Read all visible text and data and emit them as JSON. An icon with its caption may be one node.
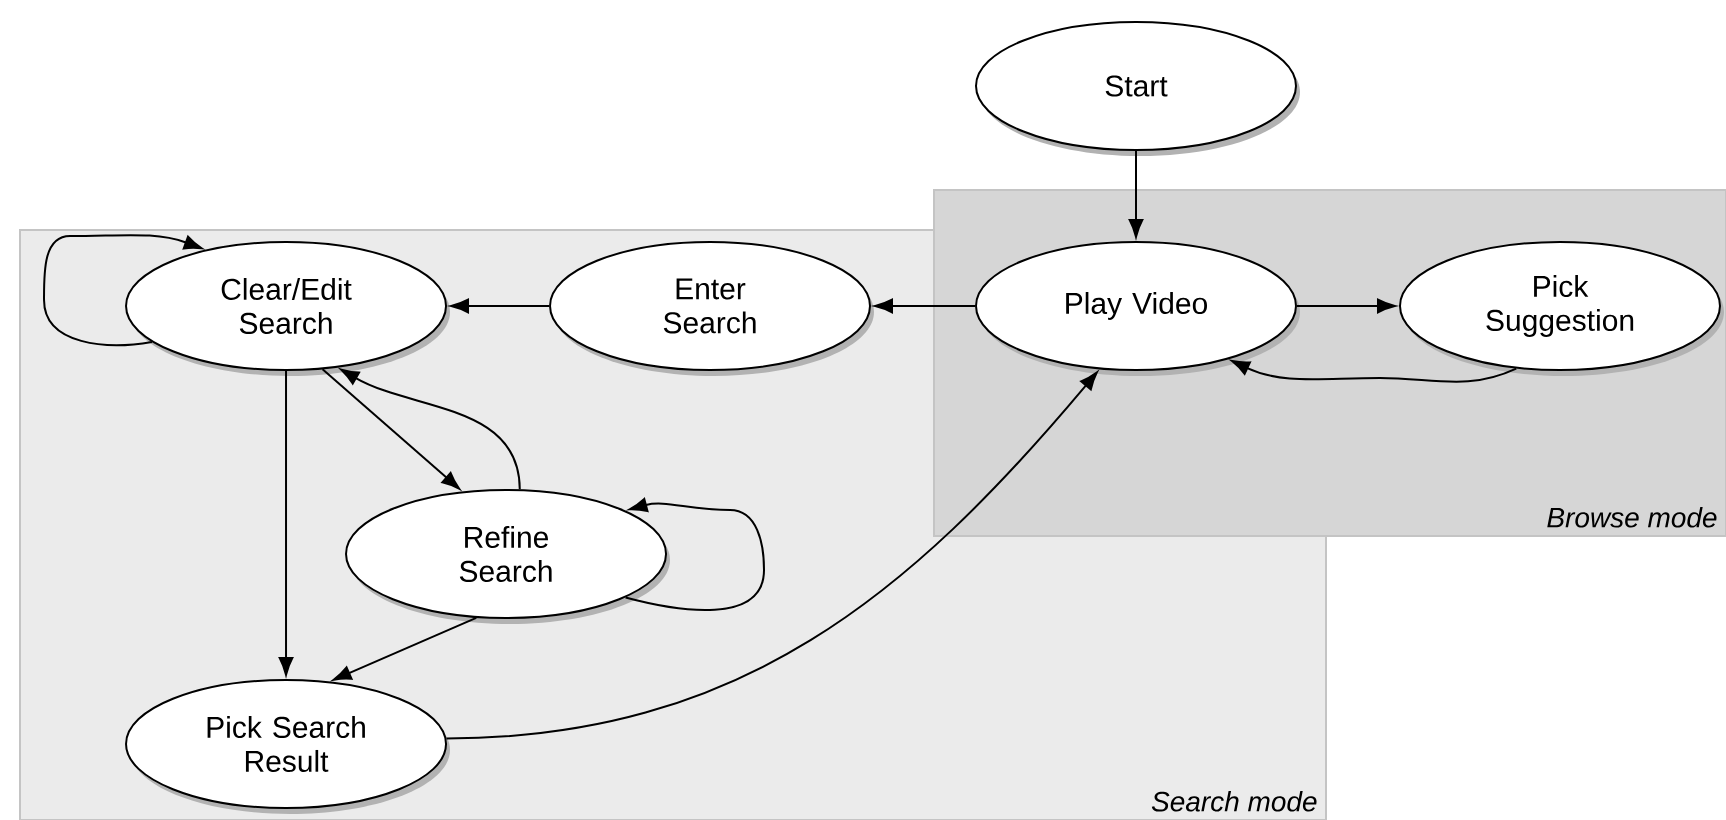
{
  "diagram": {
    "nodes": [
      {
        "text": [
          "Search mode"
        ]
      },
      {
        "text": [
          "Browse mode"
        ]
      },
      {
        "text": [
          "Start"
        ]
      },
      {
        "text": [
          "Play Video"
        ],
        "in": 1
      },
      {
        "text": [
          "Pick Suggestion"
        ],
        "in": 1
      },
      {
        "text": [
          "Enter Search"
        ],
        "in": 0
      },
      {
        "text": [
          "Clear/Edit Search"
        ],
        "in": 0
      },
      {
        "text": [
          "Refine Search"
        ],
        "in": 0
      },
      {
        "text": [
          "Pick Search Result"
        ],
        "in": 0
      }
    ],
    "edges": [
      {
        "from": 2,
        "to": 3,
        "arrow": "to"
      },
      {
        "from": 3,
        "to": 5,
        "arrow": "to"
      },
      {
        "from": 5,
        "to": 6,
        "arrow": "to"
      },
      {
        "from": 6,
        "to": 6,
        "arrow": "to"
      },
      {
        "from": 3,
        "to": 4,
        "arrow": "to"
      },
      {
        "from": 4,
        "to": 3,
        "arrow": "to"
      },
      {
        "from": 6,
        "to": 7,
        "arrow": "to"
      },
      {
        "from": 7,
        "to": 6,
        "arrow": "to"
      },
      {
        "from": 7,
        "to": 7,
        "arrow": "to"
      },
      {
        "from": 6,
        "to": 8,
        "arrow": "to"
      },
      {
        "from": 7,
        "to": 8,
        "arrow": "to"
      },
      {
        "from": 8,
        "to": 3,
        "arrow": "to"
      }
    ]
  }
}
